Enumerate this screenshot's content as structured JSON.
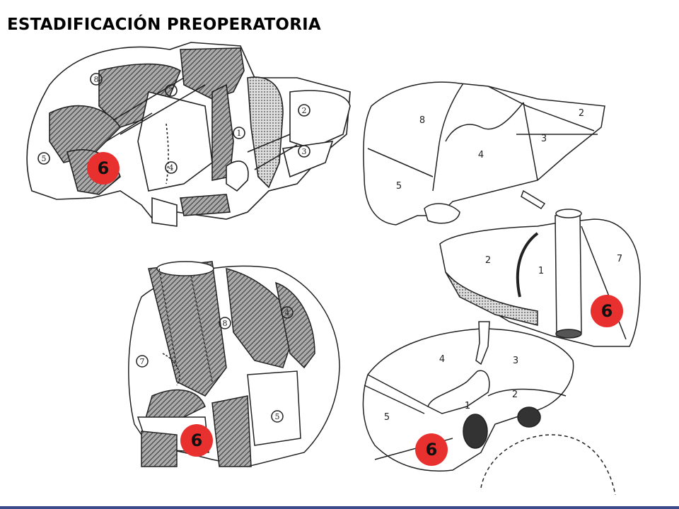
{
  "title": "ESTADIFICACIÓN PREOPERATORIA",
  "colors": {
    "marker": "#e8312f",
    "line": "#222222",
    "hatch": "#555555",
    "rule": "#3a4a8a"
  },
  "figures": {
    "top_left": {
      "segments": [
        "8",
        "7",
        "2",
        "1",
        "3",
        "4",
        "5"
      ],
      "marker": "6"
    },
    "top_right": {
      "segments": [
        "8",
        "2",
        "3",
        "4",
        "5"
      ]
    },
    "middle_right": {
      "segments": [
        "2",
        "1",
        "7"
      ],
      "marker": "6"
    },
    "bottom_left": {
      "segments": [
        "8",
        "4",
        "7",
        "5"
      ],
      "marker": "6"
    },
    "bottom_right": {
      "segments": [
        "4",
        "3",
        "5",
        "1",
        "2"
      ],
      "marker": "6"
    }
  }
}
